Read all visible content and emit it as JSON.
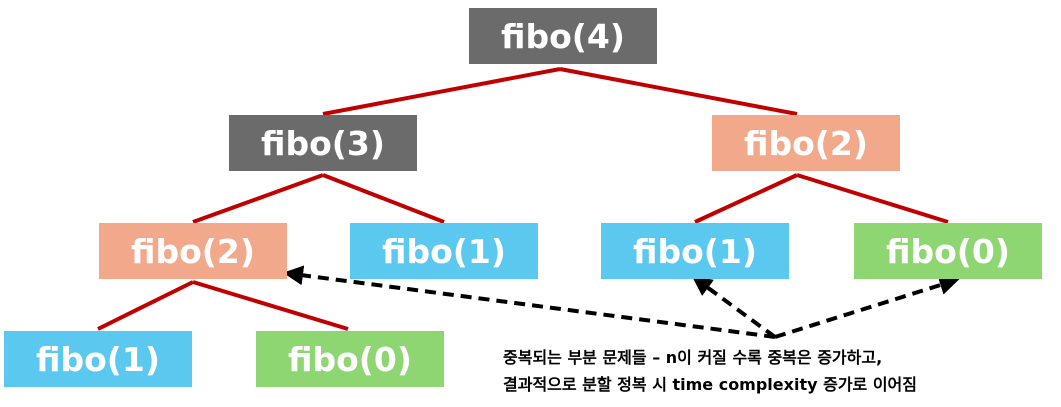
{
  "colors": {
    "gray": "#6b6b6b",
    "salmon": "#f2a98b",
    "blue": "#5bc8f0",
    "green": "#8ed672",
    "edge": "#c00000",
    "arrow": "#000000"
  },
  "nodes": {
    "root": {
      "label": "fibo(4)",
      "color": "gray"
    },
    "n3": {
      "label": "fibo(3)",
      "color": "gray"
    },
    "n2_right": {
      "label": "fibo(2)",
      "color": "salmon"
    },
    "n2_left": {
      "label": "fibo(2)",
      "color": "salmon"
    },
    "n1_mid": {
      "label": "fibo(1)",
      "color": "blue"
    },
    "n1_right": {
      "label": "fibo(1)",
      "color": "blue"
    },
    "n0_right": {
      "label": "fibo(0)",
      "color": "green"
    },
    "n1_bottom": {
      "label": "fibo(1)",
      "color": "blue"
    },
    "n0_bottom": {
      "label": "fibo(0)",
      "color": "green"
    }
  },
  "caption": {
    "line1": "중복되는 부분 문제들 – n이 커질 수록 중복은 증가하고,",
    "line2": "결과적으로 분할 정복 시 time complexity 증가로 이어짐"
  }
}
